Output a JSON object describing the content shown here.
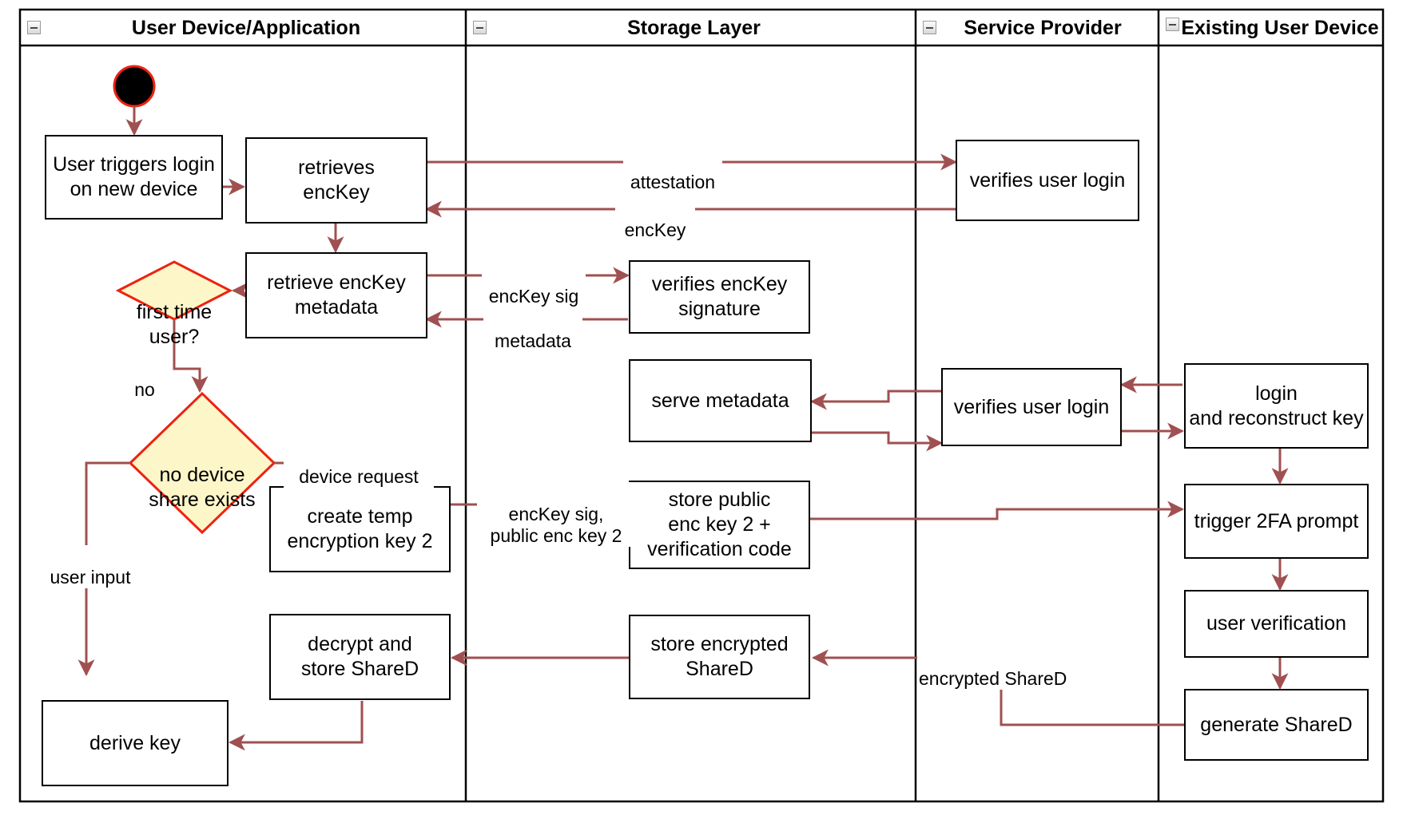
{
  "diagram": {
    "title": "Key recovery / device onboarding activity diagram",
    "colors": {
      "edge": "#a05050",
      "node_border": "#000000",
      "decision_fill": "#fdf6c8",
      "decision_border": "#ee2211",
      "start_fill": "#000000",
      "start_border": "#ee2211",
      "lane_border": "#000000",
      "background": "#ffffff"
    }
  },
  "lanes": [
    {
      "id": "user-device",
      "title": "User Device/Application",
      "collapse_icon": "collapse-minus-icon"
    },
    {
      "id": "storage-layer",
      "title": "Storage Layer",
      "collapse_icon": "collapse-minus-icon"
    },
    {
      "id": "service-provider",
      "title": "Service Provider",
      "collapse_icon": "collapse-minus-icon"
    },
    {
      "id": "existing-user-device",
      "title": "Existing User Device",
      "collapse_icon": "collapse-minus-icon"
    }
  ],
  "nodes": {
    "start": {
      "type": "start",
      "label": ""
    },
    "user_triggers_login": {
      "type": "action",
      "label": "User triggers login\non new device",
      "lane": "user-device"
    },
    "retrieves_enckey": {
      "type": "action",
      "label": "retrieves\nencKey",
      "lane": "user-device"
    },
    "retrieve_enckey_metadata": {
      "type": "action",
      "label": "retrieve encKey\nmetadata",
      "lane": "user-device"
    },
    "first_time_user": {
      "type": "decision",
      "label": "first time\nuser?",
      "lane": "user-device"
    },
    "no_device_share_exists": {
      "type": "decision",
      "label": "no device\nshare exists",
      "lane": "user-device"
    },
    "create_temp_key": {
      "type": "action",
      "label": "create temp\nencryption key 2",
      "lane": "user-device"
    },
    "decrypt_store_shared": {
      "type": "action",
      "label": "decrypt and\nstore ShareD",
      "lane": "user-device"
    },
    "derive_key": {
      "type": "action",
      "label": "derive key",
      "lane": "user-device"
    },
    "verifies_enckey_signature": {
      "type": "action",
      "label": "verifies encKey\nsignature",
      "lane": "storage-layer"
    },
    "serve_metadata": {
      "type": "action",
      "label": "serve metadata",
      "lane": "storage-layer"
    },
    "store_public_enc_key2": {
      "type": "action",
      "label": "store public\nenc key 2 +\nverification code",
      "lane": "storage-layer"
    },
    "store_encrypted_shared": {
      "type": "action",
      "label": "store encrypted\nShareD",
      "lane": "storage-layer"
    },
    "verifies_user_login_1": {
      "type": "action",
      "label": "verifies user login",
      "lane": "service-provider"
    },
    "verifies_user_login_2": {
      "type": "action",
      "label": "verifies user login",
      "lane": "service-provider"
    },
    "login_reconstruct_key": {
      "type": "action",
      "label": "login\nand reconstruct key",
      "lane": "existing-user-device"
    },
    "trigger_2fa_prompt": {
      "type": "action",
      "label": "trigger 2FA prompt",
      "lane": "existing-user-device"
    },
    "user_verification": {
      "type": "action",
      "label": "user verification",
      "lane": "existing-user-device"
    },
    "generate_shared": {
      "type": "action",
      "label": "generate ShareD",
      "lane": "existing-user-device"
    }
  },
  "edge_labels": {
    "attestation": "attestation",
    "enckey": "encKey",
    "enckey_sig": "encKey sig",
    "metadata": "metadata",
    "no": "no",
    "device_request": "device request",
    "user_input": "user input",
    "enckey_sig_public_enc_key2": "encKey sig,\npublic enc key 2",
    "encrypted_shared": "encrypted ShareD"
  }
}
